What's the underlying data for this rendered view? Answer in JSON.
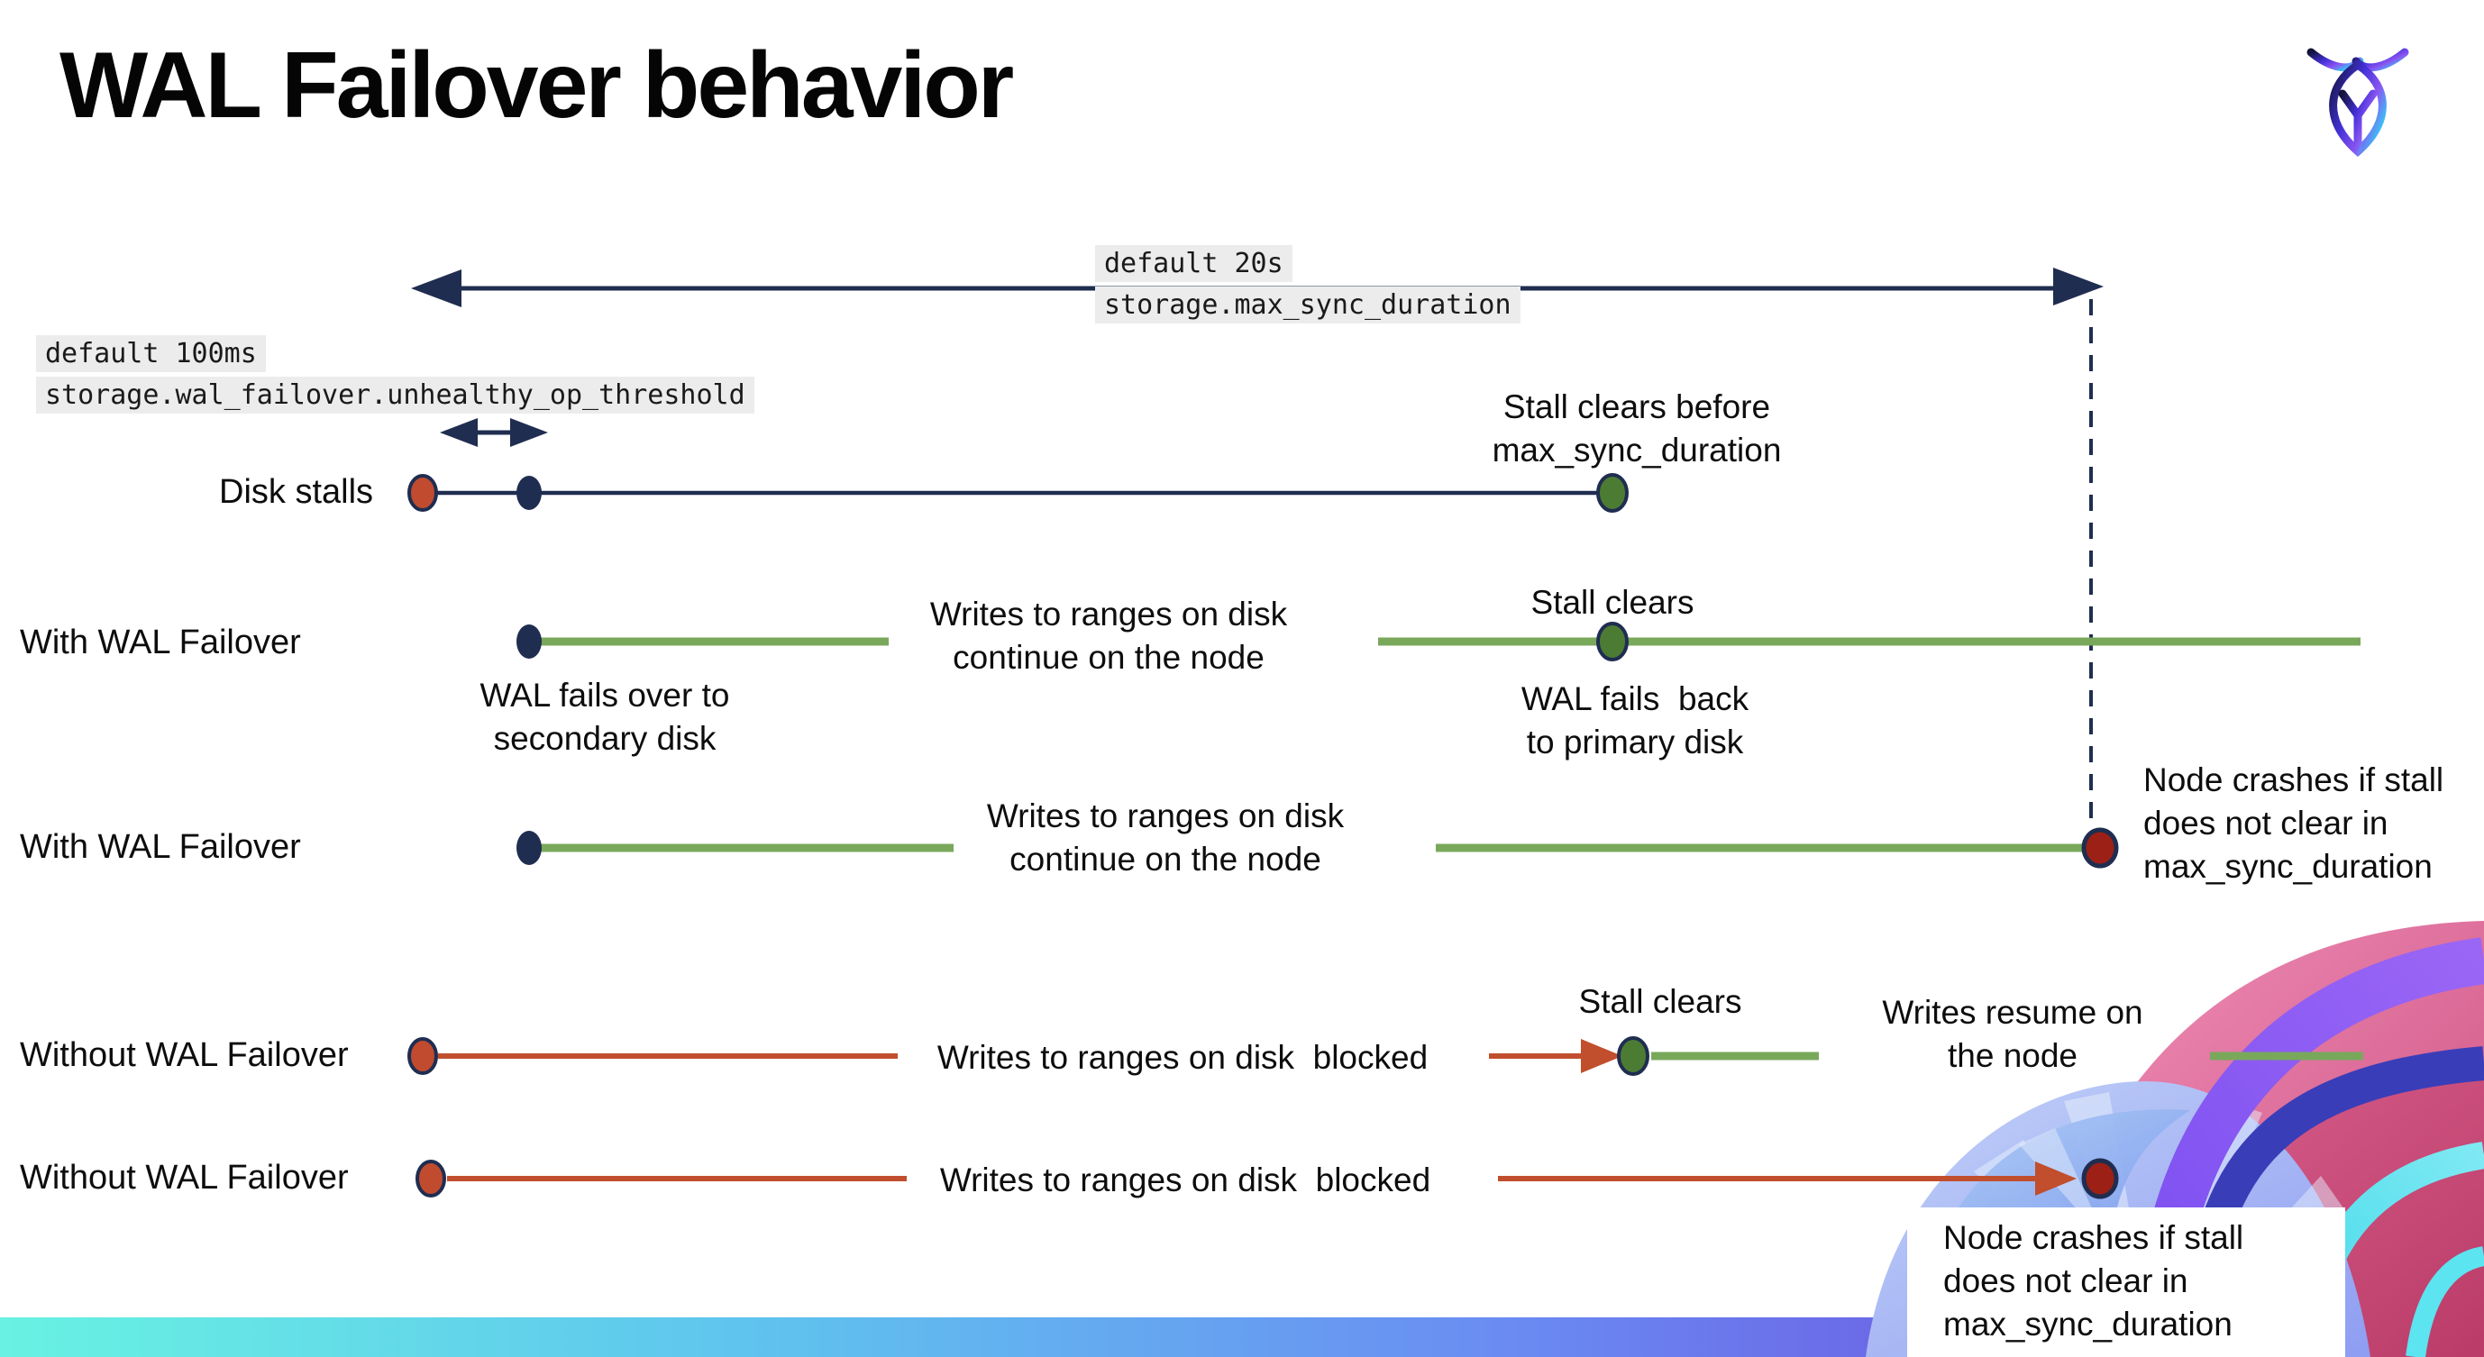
{
  "title": "WAL Failover behavior",
  "icons": {
    "logo": "cockroachdb-brand-mark",
    "top_double_arrow": "double-headed-arrow",
    "threshold_double_arrow": "small-double-headed-arrow"
  },
  "settings_callouts": {
    "max_sync": {
      "line1": "default 20s",
      "line2": "storage.max_sync_duration"
    },
    "unhealthy_op": {
      "line1": "default 100ms",
      "line2": "storage.wal_failover.unhealthy_op_threshold"
    }
  },
  "rows": [
    {
      "label": "Disk stalls"
    },
    {
      "label": "With WAL Failover"
    },
    {
      "label": "With WAL Failover"
    },
    {
      "label": "Without WAL Failover"
    },
    {
      "label": "Without WAL Failover"
    }
  ],
  "annotations": {
    "stall_clears_before": "Stall clears before\nmax_sync_duration",
    "writes_continue_1": "Writes to ranges on disk\ncontinue on the node",
    "writes_continue_2": "Writes to ranges on disk\ncontinue on the node",
    "stall_clears_1": "Stall clears",
    "stall_clears_2": "Stall clears",
    "wal_fails_over": "WAL fails over to\nsecondary disk",
    "wal_fails_back": "WAL fails  back\nto primary disk",
    "node_crashes_1": "Node crashes if stall\ndoes not clear in\nmax_sync_duration",
    "node_crashes_2": "Node crashes if stall\ndoes not clear in\nmax_sync_duration",
    "writes_blocked_1": "Writes to ranges on disk  blocked",
    "writes_blocked_2": "Writes to ranges on disk  blocked",
    "writes_resume": "Writes resume on\nthe node"
  },
  "colors": {
    "navy": "#1f2d50",
    "green_line": "#79a85b",
    "green_dot": "#4c7c34",
    "red_line": "#c14e2d",
    "red_dot": "#c04b2f",
    "crash_dot": "#9c2015",
    "callout_bg": "#ececec",
    "footer_gradient_start": "#68f2e2",
    "footer_gradient_end": "#7e3fd4"
  }
}
